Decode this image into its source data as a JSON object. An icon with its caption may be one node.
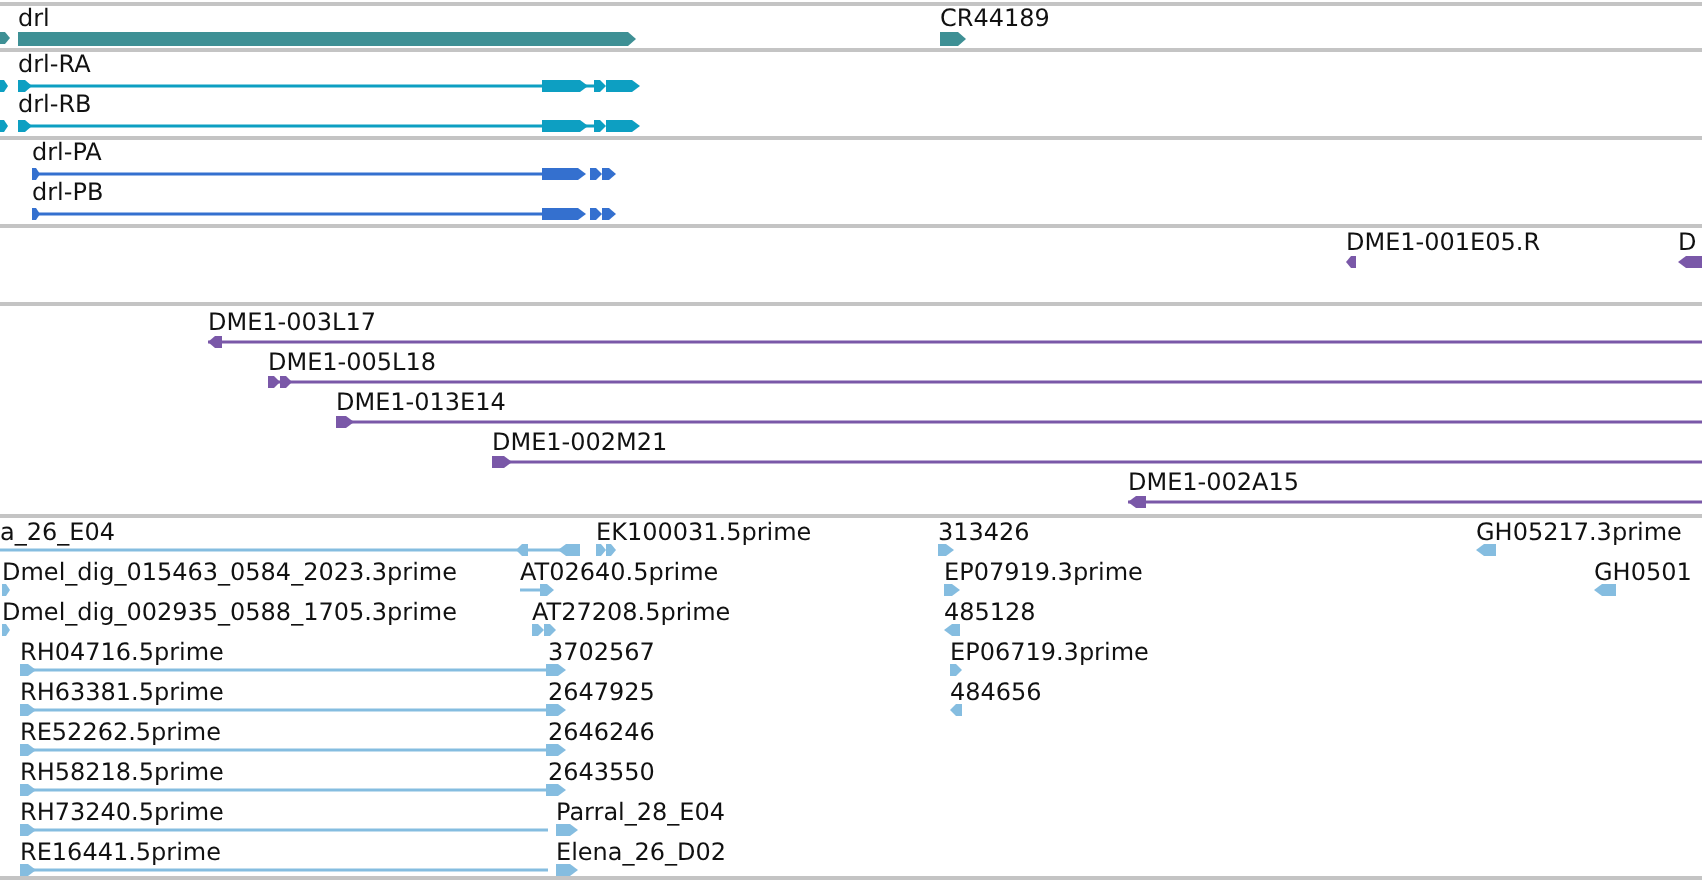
{
  "diagram": {
    "labels": [
      "drl",
      "CR44189",
      "drl-RA",
      "drl-RB",
      "drl-PA",
      "drl-PB",
      "DME1-001E05.R",
      "D",
      "DME1-003L17",
      "DME1-005L18",
      "DME1-013E14",
      "DME1-002M21",
      "DME1-002A15",
      "a_26_E04",
      "EK100031.5prime",
      "313426",
      "GH05217.3prime",
      "Dmel_dig_015463_0584_2023.3prime",
      "AT02640.5prime",
      "EP07919.3prime",
      "GH0501",
      "Dmel_dig_002935_0588_1705.3prime",
      "AT27208.5prime",
      "485128",
      "RH04716.5prime",
      "3702567",
      "EP06719.3prime",
      "RH63381.5prime",
      "2647925",
      "484656",
      "RE52262.5prime",
      "2646246",
      "RH58218.5prime",
      "2643550",
      "RH73240.5prime",
      "Parral_28_E04",
      "RE16441.5prime",
      "Elena_26_D02"
    ]
  }
}
